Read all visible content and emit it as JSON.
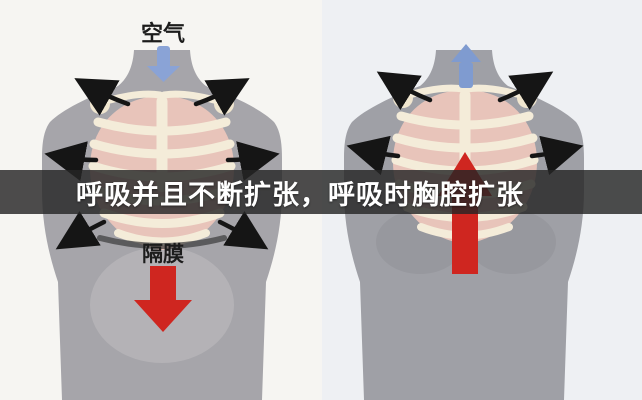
{
  "caption": {
    "text": "呼吸并且不断扩张，呼吸时胸腔扩张"
  },
  "labels": {
    "air": "空气",
    "diaphragm": "隔膜"
  },
  "icons": {
    "air_down_arrow": "blue downward arrow showing air entering",
    "air_up_arrow": "blue upward arrow showing air leaving",
    "expansion_arrows": "black curved arrows showing ribcage expanding outward",
    "diaphragm_down_arrow": "red downward arrow showing diaphragm moving down",
    "chest_up_arrow": "red upward arrow showing chest cavity rising"
  },
  "colors": {
    "banner_bg": "#262626",
    "banner_text": "#ffffff",
    "arrow_red": "#cf2620",
    "arrow_blue": "#8aa3d6",
    "arrow_black": "#151515",
    "rib_cream": "#f4ecd9",
    "chest_pink": "#e8c4ba",
    "torso_gray": "#a6a5aa",
    "background": "#f5f4f2"
  }
}
